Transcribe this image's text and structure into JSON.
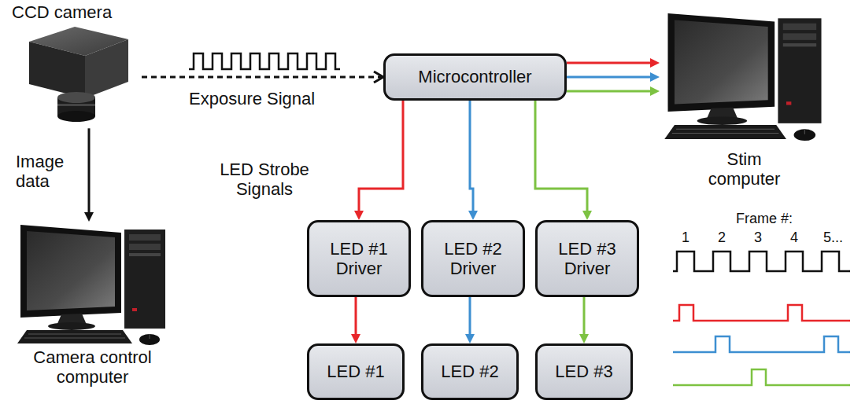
{
  "diagram": {
    "nodes": [
      {
        "text": [
          "CCD camera"
        ]
      },
      {
        "text": [
          "Microcontroller"
        ]
      },
      {
        "text": [
          "Stim computer"
        ]
      },
      {
        "text": [
          "Camera control computer"
        ]
      },
      {
        "text": [
          "LED #1 Driver"
        ]
      },
      {
        "text": [
          "LED #2 Driver"
        ]
      },
      {
        "text": [
          "LED #3 Driver"
        ]
      },
      {
        "text": [
          "LED #1"
        ]
      },
      {
        "text": [
          "LED #2"
        ]
      },
      {
        "text": [
          "LED #3"
        ]
      }
    ],
    "edges": [
      {
        "from": 0,
        "to": 3,
        "label": "Image data",
        "arrow": "to"
      },
      {
        "from": 0,
        "to": 1,
        "label": "Exposure Signal",
        "arrow": "to"
      },
      {
        "from": 1,
        "to": 2,
        "arrow": "to"
      },
      {
        "from": 1,
        "to": 2,
        "arrow": "to"
      },
      {
        "from": 1,
        "to": 2,
        "arrow": "to"
      },
      {
        "from": 1,
        "to": 4,
        "arrow": "to"
      },
      {
        "from": 1,
        "to": 5,
        "arrow": "to"
      },
      {
        "from": 1,
        "to": 6,
        "arrow": "to"
      },
      {
        "from": 4,
        "to": 7,
        "arrow": "to"
      },
      {
        "from": 5,
        "to": 8,
        "arrow": "to"
      },
      {
        "from": 6,
        "to": 9,
        "arrow": "to"
      }
    ],
    "labels": [
      "LED Strobe Signals",
      "Frame #:",
      "1",
      "2",
      "3",
      "4",
      "5..."
    ]
  }
}
